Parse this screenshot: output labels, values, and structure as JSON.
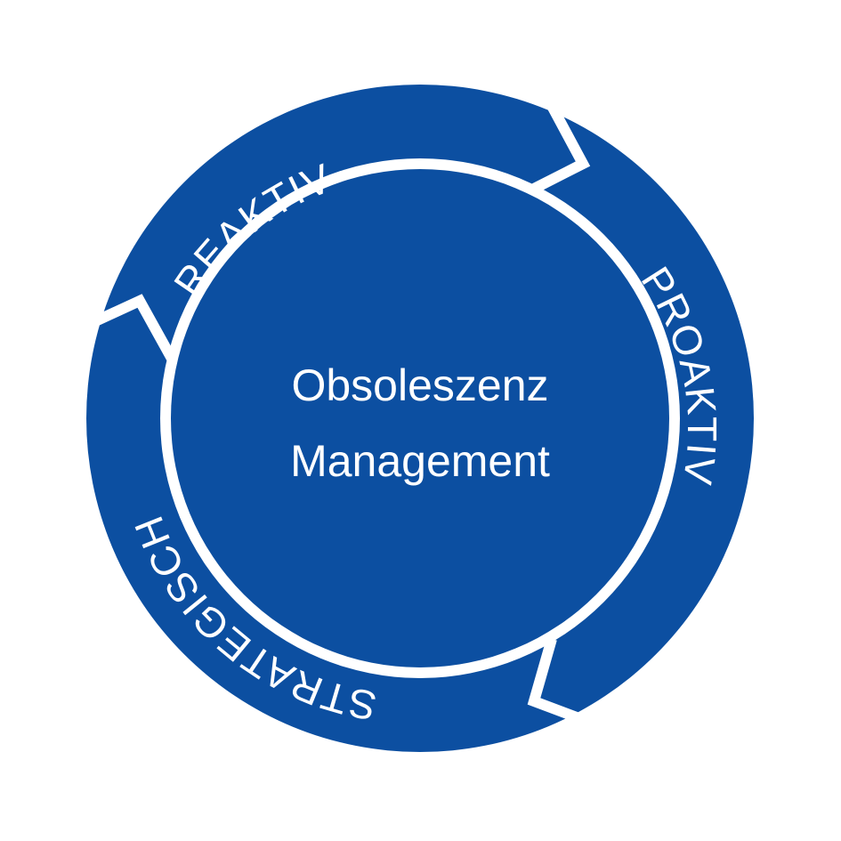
{
  "diagram": {
    "center_line1": "Obsoleszenz",
    "center_line2": "Management",
    "segments": [
      {
        "label": "REAKTIV"
      },
      {
        "label": "PROAKTIV"
      },
      {
        "label": "STRATEGISCH"
      }
    ]
  },
  "colors": {
    "primary": "#0c4fa1",
    "background": "#ffffff"
  }
}
